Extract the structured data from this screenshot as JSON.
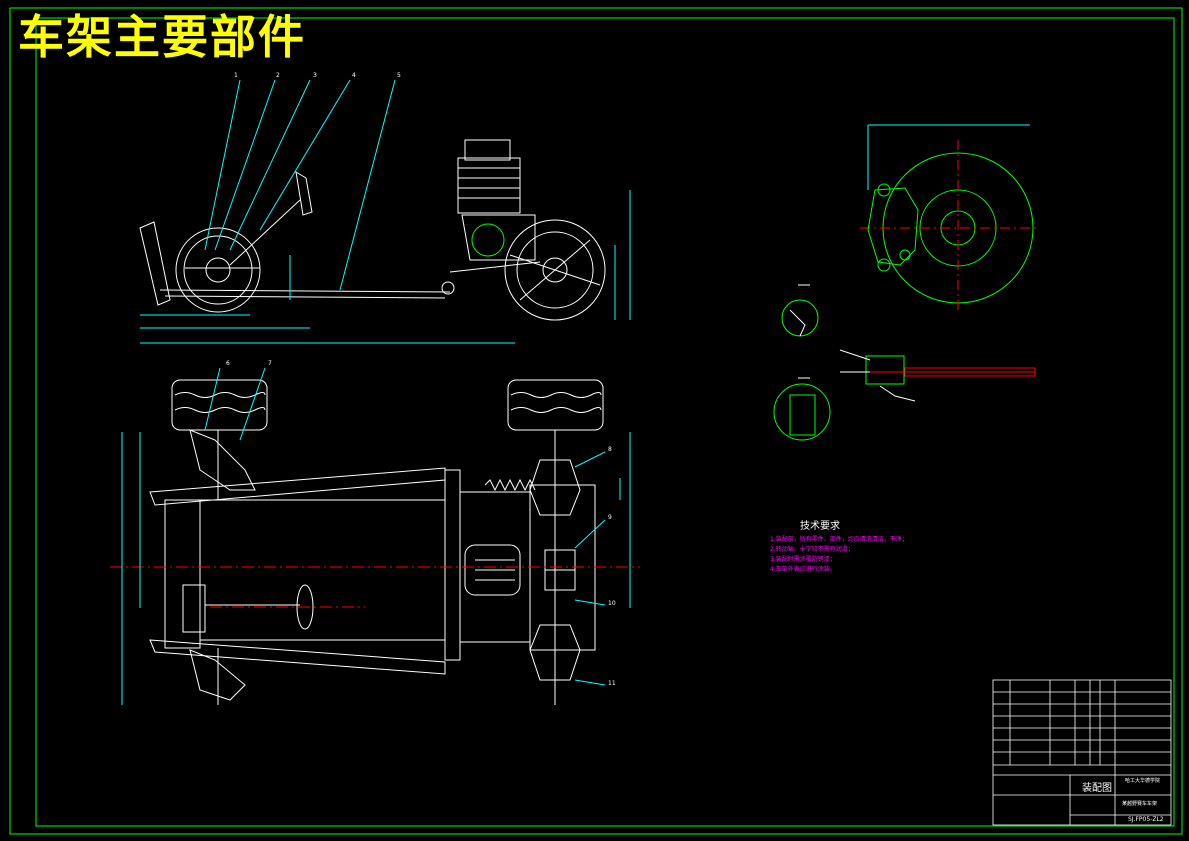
{
  "drawing": {
    "title": "车架主要部件",
    "tech_req_title": "技术要求",
    "tech_req_items": [
      "1.装配前，所有零件、部件，均应清洗清洁，干净；",
      "2.转动轴、十字铰不需有润滑；",
      "3.装配时需涂覆防锈漆；",
      "4.车架外表应进行涂装。"
    ],
    "title_block": {
      "drawing_name": "装配图",
      "school": "哈工大华德学院",
      "project": "某越野赛车车架",
      "drawing_no": "SJ.FP05-ZL2"
    },
    "balloons": [
      "1",
      "2",
      "3",
      "4",
      "5",
      "6",
      "7",
      "8",
      "9",
      "10",
      "11"
    ]
  },
  "colors": {
    "background": "#000000",
    "frame": "#00ff00",
    "line": "#ffffff",
    "dimension": "#00ffff",
    "center": "#ff0000",
    "title": "#ffff00",
    "notes": "#ff00ff"
  }
}
